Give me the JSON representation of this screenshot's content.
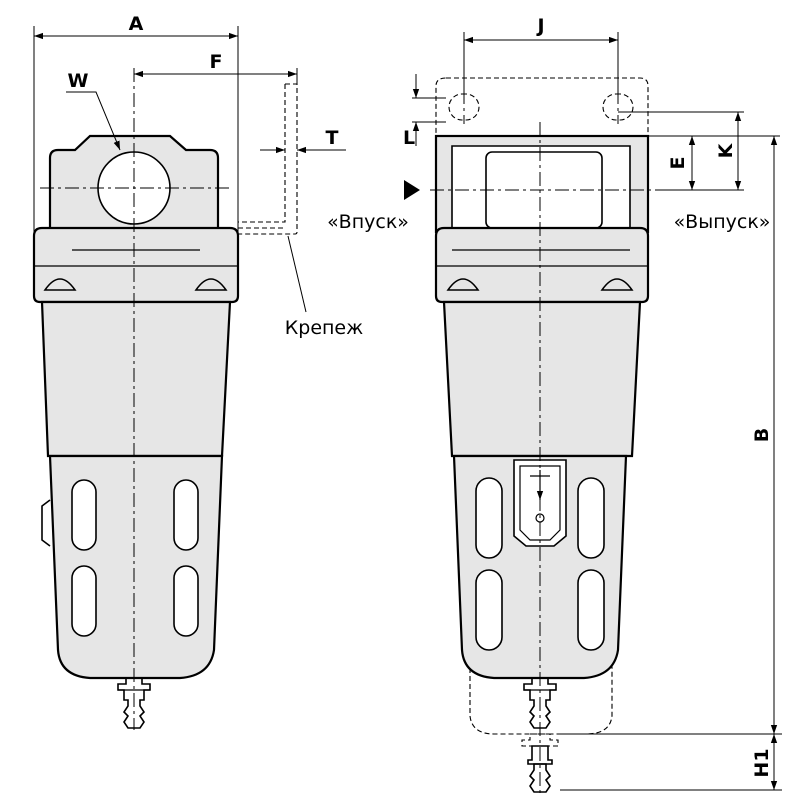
{
  "labels": {
    "A": "A",
    "F": "F",
    "W": "W",
    "T": "T",
    "J": "J",
    "L": "L",
    "E": "E",
    "K": "K",
    "B": "B",
    "H1": "H1"
  },
  "notes": {
    "inlet": "«Впуск»",
    "outlet": "«Выпуск»",
    "bracket": "Крепеж"
  }
}
